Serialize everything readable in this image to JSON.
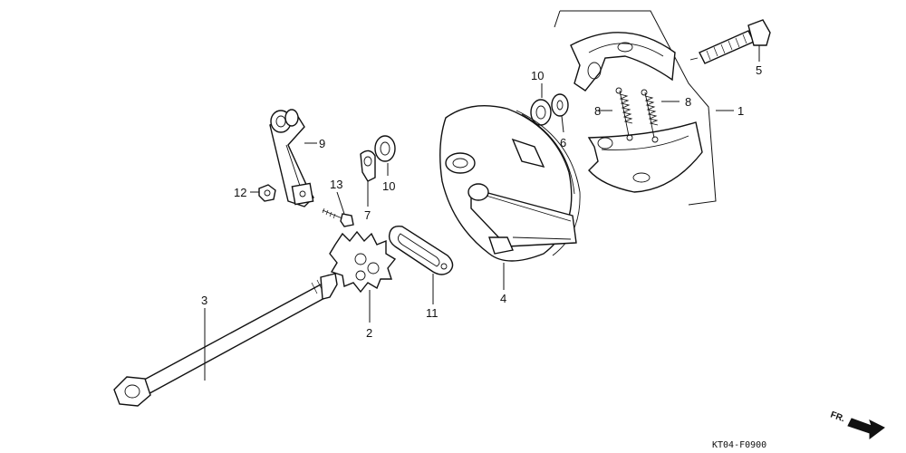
{
  "callouts": {
    "p1": "1",
    "p2": "2",
    "p3": "3",
    "p4": "4",
    "p5": "5",
    "p6": "6",
    "p7": "7",
    "p8a": "8",
    "p8b": "8",
    "p9": "9",
    "p10a": "10",
    "p10b": "10",
    "p11": "11",
    "p12": "12",
    "p13": "13"
  },
  "diagram_code": "KT04-F0900",
  "direction": {
    "label": "FR.",
    "icon": "arrow-icon"
  }
}
